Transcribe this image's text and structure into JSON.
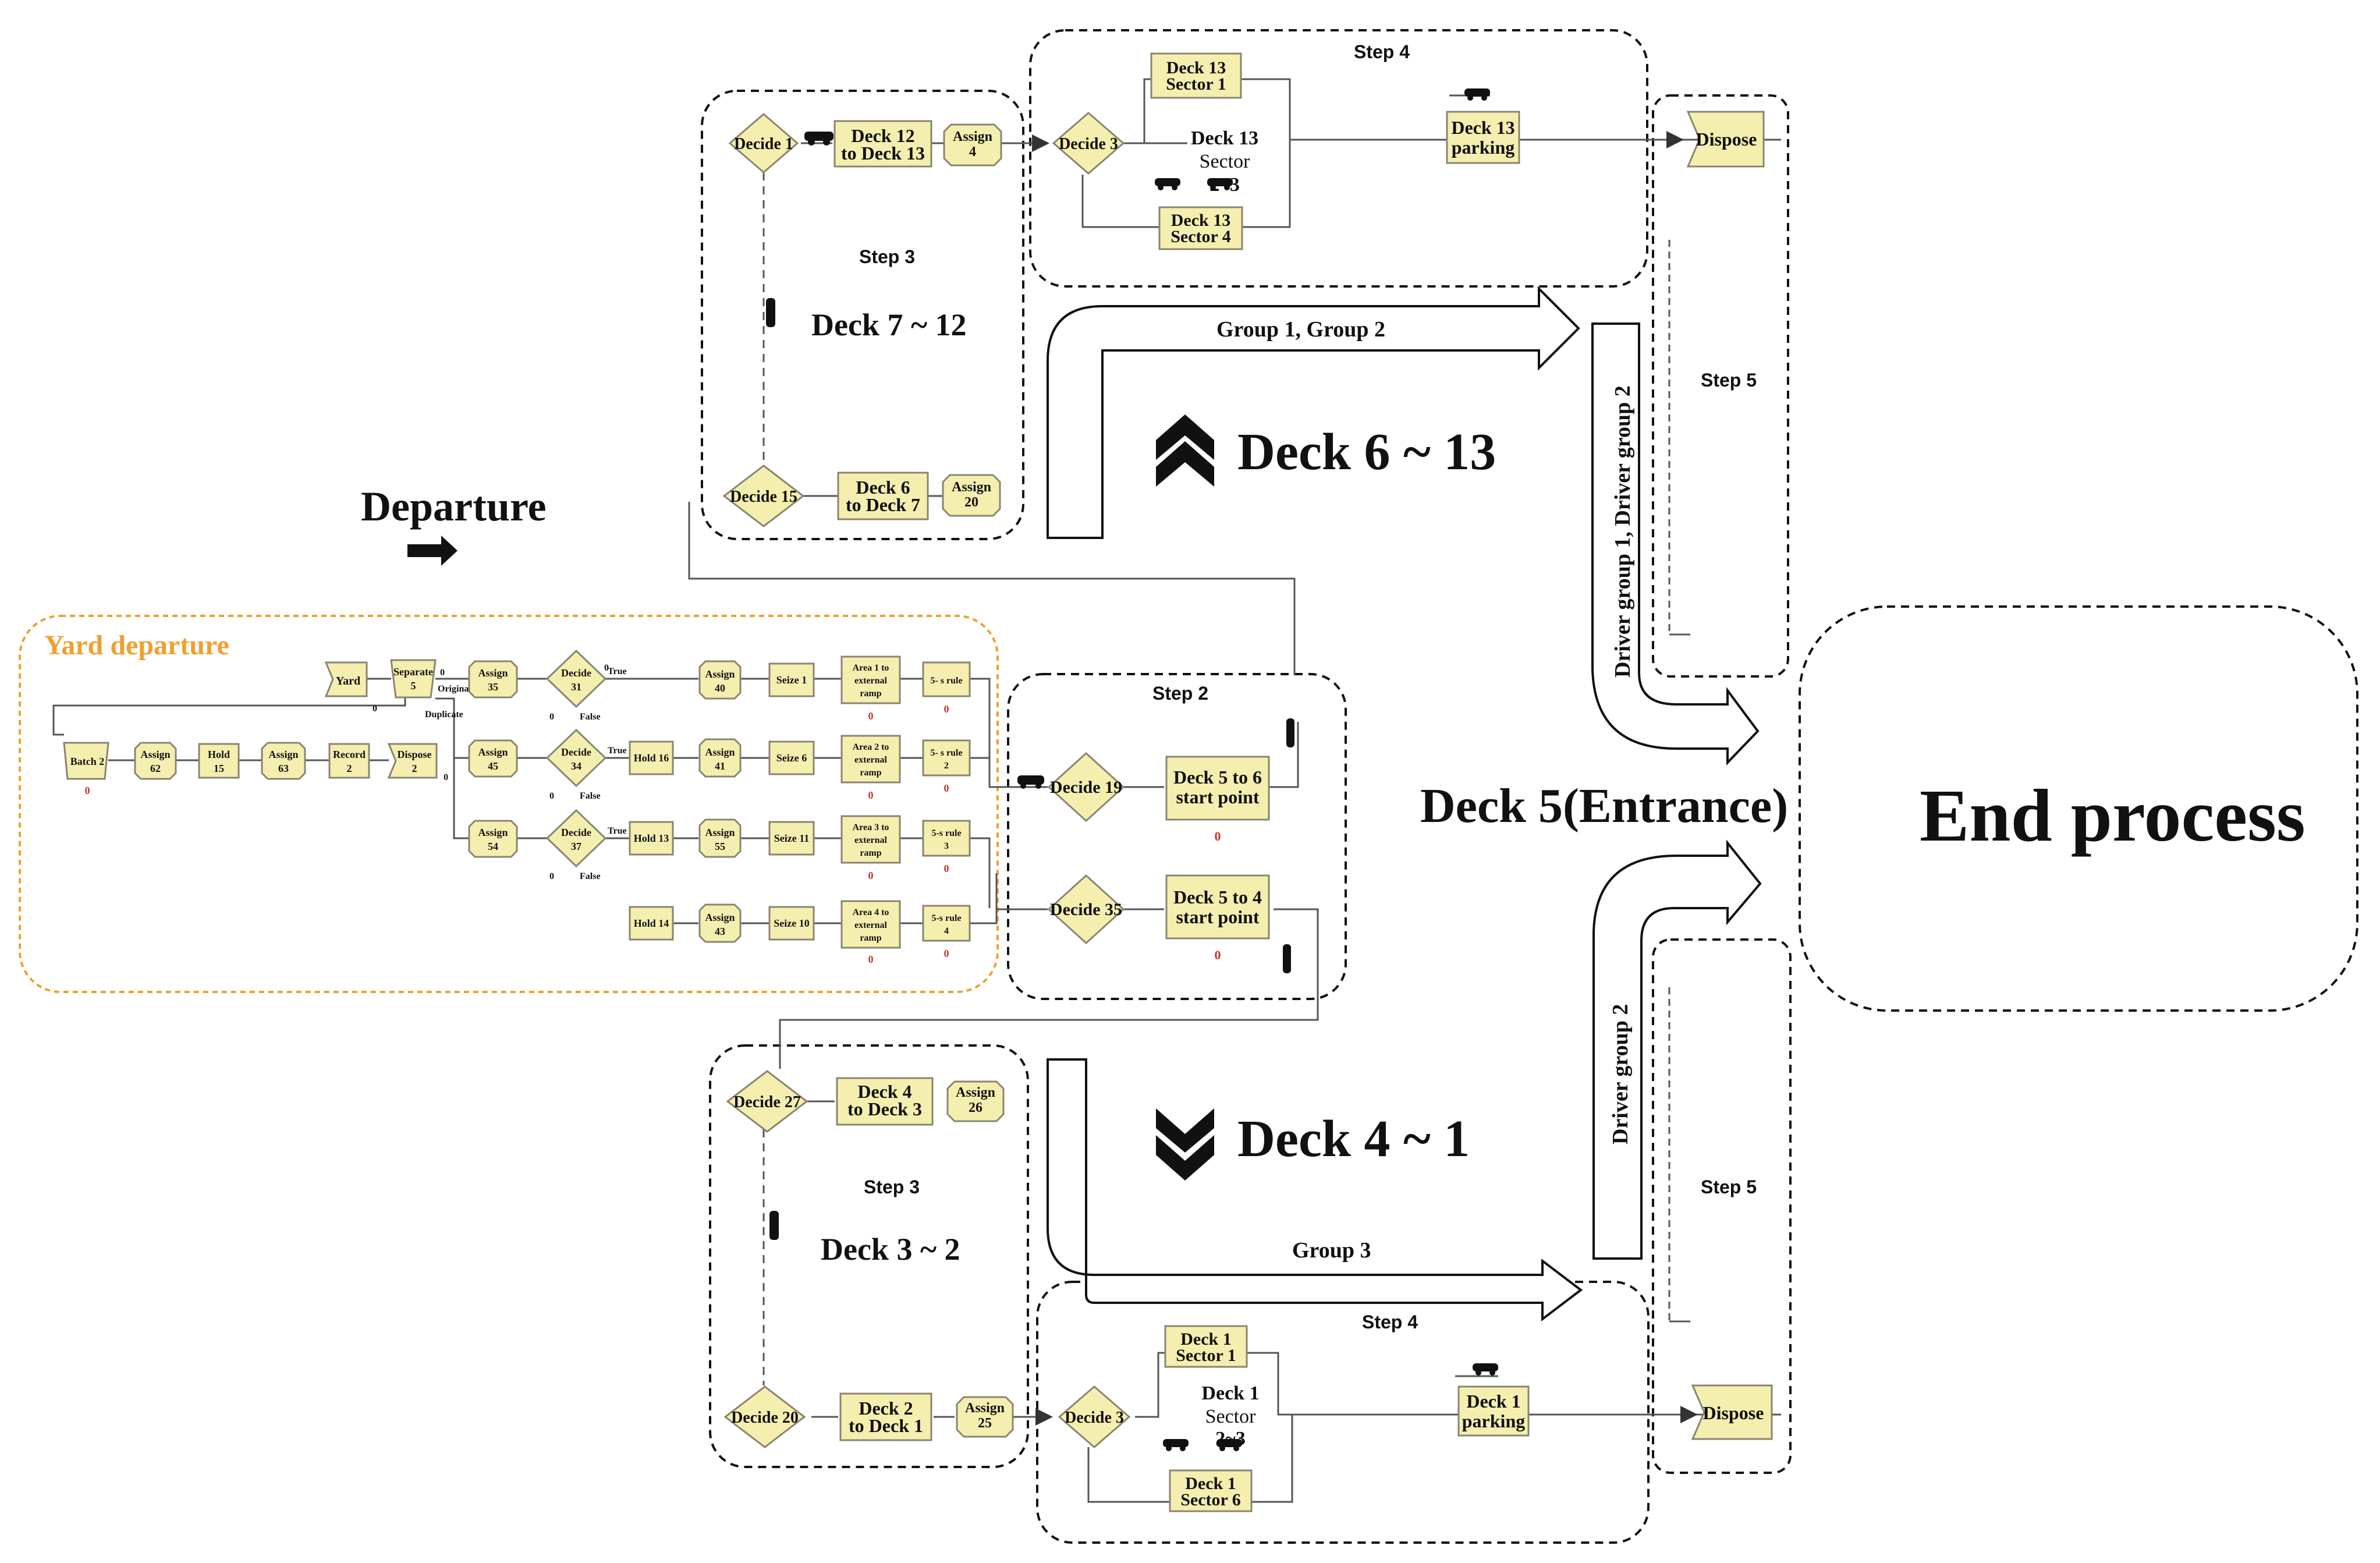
{
  "labels": {
    "departure": "Departure",
    "yard_departure": "Yard departure",
    "step2": "Step 2",
    "step3": "Step 3",
    "step4": "Step 4",
    "step5": "Step 5",
    "deck_7_12": "Deck 7 ~ 12",
    "deck_3_2": "Deck 3 ~ 2",
    "deck_6_13": "Deck 6 ~ 13",
    "deck_4_1": "Deck 4 ~ 1",
    "deck5_entrance": "Deck 5(Entrance)",
    "end_process": "End process",
    "group_1_2": "Group 1, Group 2",
    "group_3": "Group 3",
    "driver_group_1_2": "Driver group 1, Driver group 2",
    "driver_group_2": "Driver group 2",
    "dispose": "Dispose"
  },
  "upper": {
    "decide1": "Decide 1",
    "deck12_13_a": "Deck 12",
    "deck12_13_b": "to Deck 13",
    "assign4_a": "Assign",
    "assign4_b": "4",
    "decide15": "Decide 15",
    "deck6_7_a": "Deck 6",
    "deck6_7_b": "to Deck 7",
    "assign20_a": "Assign",
    "assign20_b": "20",
    "decide3": "Decide 3",
    "sector1_a": "Deck 13",
    "sector1_b": "Sector 1",
    "sector23_a": "Deck 13",
    "sector23_b": "Sector",
    "sector23_c": "2~3",
    "sector4_a": "Deck 13",
    "sector4_b": "Sector 4",
    "parking_a": "Deck 13",
    "parking_b": "parking"
  },
  "middle": {
    "decide19": "Decide 19",
    "deck5_6_a": "Deck 5 to 6",
    "deck5_6_b": "start point",
    "decide35": "Decide 35",
    "deck5_4_a": "Deck 5 to 4",
    "deck5_4_b": "start point"
  },
  "lower": {
    "decide27": "Decide 27",
    "deck4_3_a": "Deck 4",
    "deck4_3_b": "to Deck 3",
    "assign26_a": "Assign",
    "assign26_b": "26",
    "decide20": "Decide 20",
    "deck2_1_a": "Deck 2",
    "deck2_1_b": "to Deck 1",
    "assign25_a": "Assign",
    "assign25_b": "25",
    "decide3": "Decide 3",
    "sector1_a": "Deck 1",
    "sector1_b": "Sector 1",
    "sector23_a": "Deck 1",
    "sector23_b": "Sector",
    "sector23_c": "2~3",
    "sector6_a": "Deck 1",
    "sector6_b": "Sector 6",
    "parking_a": "Deck 1",
    "parking_b": "parking"
  },
  "yard": {
    "yard": "Yard",
    "separate5_a": "Separate",
    "separate5_b": "5",
    "original": "Original",
    "duplicate": "Duplicate",
    "assign35_a": "Assign",
    "assign35_b": "35",
    "decide31_a": "Decide",
    "decide31_b": "31",
    "assign40_a": "Assign",
    "assign40_b": "40",
    "seize1": "Seize 1",
    "area1_a": "Area 1 to",
    "area1_b": "external",
    "area1_c": "ramp",
    "rule1": "5- s rule",
    "batch2": "Batch 2",
    "assign62_a": "Assign",
    "assign62_b": "62",
    "hold15_a": "Hold",
    "hold15_b": "15",
    "assign63_a": "Assign",
    "assign63_b": "63",
    "record2_a": "Record",
    "record2_b": "2",
    "dispose2_a": "Dispose",
    "dispose2_b": "2",
    "assign45_a": "Assign",
    "assign45_b": "45",
    "decide34_a": "Decide",
    "decide34_b": "34",
    "hold16": "Hold 16",
    "assign41_a": "Assign",
    "assign41_b": "41",
    "seize6": "Seize 6",
    "area2_a": "Area 2 to",
    "area2_b": "external",
    "area2_c": "ramp",
    "rule2_a": "5- s rule",
    "rule2_b": "2",
    "assign54_a": "Assign",
    "assign54_b": "54",
    "decide37_a": "Decide",
    "decide37_b": "37",
    "hold13": "Hold 13",
    "assign55_a": "Assign",
    "assign55_b": "55",
    "seize11": "Seize 11",
    "area3_a": "Area 3 to",
    "area3_b": "external",
    "area3_c": "ramp",
    "rule3_a": "5-s rule",
    "rule3_b": "3",
    "hold14": "Hold 14",
    "assign43_a": "Assign",
    "assign43_b": "43",
    "seize10": "Seize 10",
    "area4_a": "Area 4 to",
    "area4_b": "external",
    "area4_c": "ramp",
    "rule4_a": "5-s rule",
    "rule4_b": "4",
    "true": "True",
    "false": "False",
    "zero": "0"
  },
  "colors": {
    "module_fill": "#f5efaf",
    "module_edge": "#8a8470",
    "yard_border": "#f0a030",
    "yard_title": "#f0a030",
    "counter_red": "#c0392b",
    "ink": "#111111"
  }
}
